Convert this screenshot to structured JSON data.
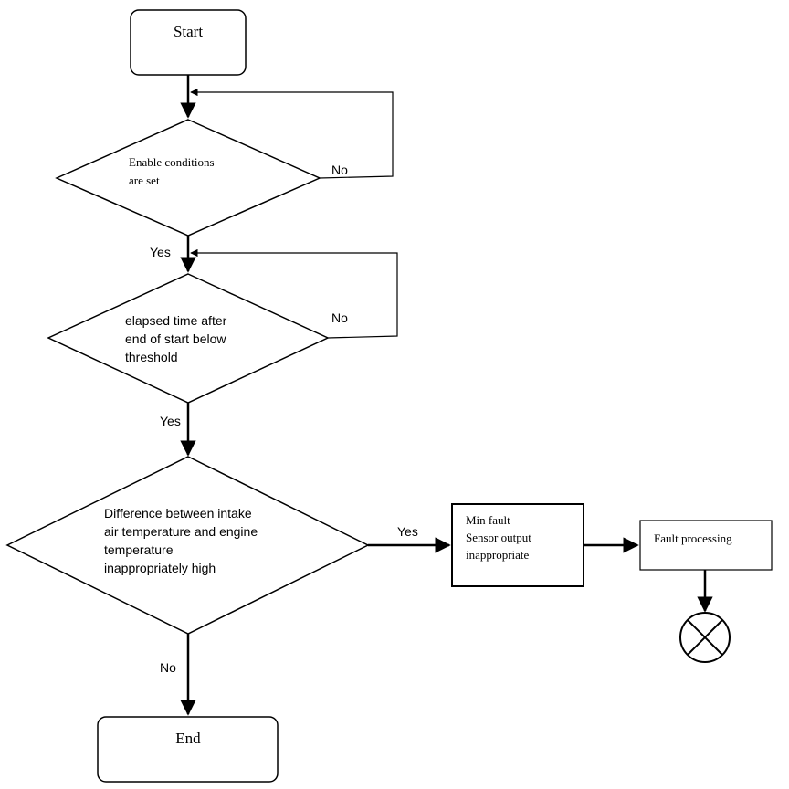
{
  "nodes": {
    "start": "Start",
    "decision_enable": [
      "Enable conditions",
      "are set"
    ],
    "decision_elapsed": [
      "elapsed time after",
      "end of start below",
      "threshold"
    ],
    "decision_difference": [
      "Difference between intake",
      "air temperature and engine",
      "temperature",
      "inappropriately high"
    ],
    "process_min_fault": [
      "Min fault",
      "Sensor output",
      "inappropriate"
    ],
    "process_fault_processing": "Fault processing",
    "end": "End"
  },
  "edge_labels": {
    "enable_no": "No",
    "enable_yes": "Yes",
    "elapsed_no": "No",
    "elapsed_yes": "Yes",
    "difference_yes": "Yes",
    "difference_no": "No"
  },
  "icons": {
    "terminator": "cross-circle-icon"
  },
  "colors": {
    "stroke": "#000000",
    "background": "#ffffff"
  }
}
